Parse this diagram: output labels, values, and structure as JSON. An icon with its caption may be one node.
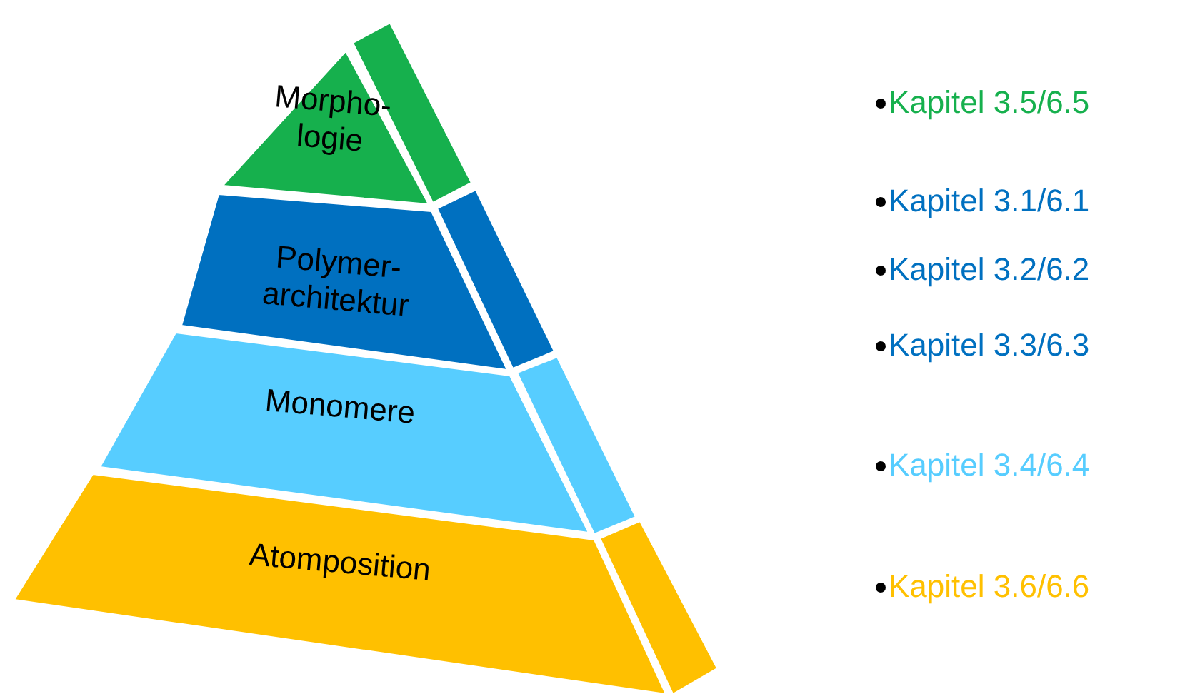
{
  "diagram": {
    "nodes": [
      {
        "text": [
          "Morpho- logie"
        ]
      },
      {
        "text": [
          "Polymer- architektur"
        ]
      },
      {
        "text": [
          "Monomere"
        ]
      },
      {
        "text": [
          "Atomposition"
        ]
      }
    ],
    "labels": [
      "Kapitel 3.5/6.5",
      "Kapitel 3.1/6.1",
      "Kapitel 3.2/6.2",
      "Kapitel 3.3/6.3",
      "Kapitel 3.4/6.4",
      "Kapitel 3.6/6.6"
    ]
  }
}
